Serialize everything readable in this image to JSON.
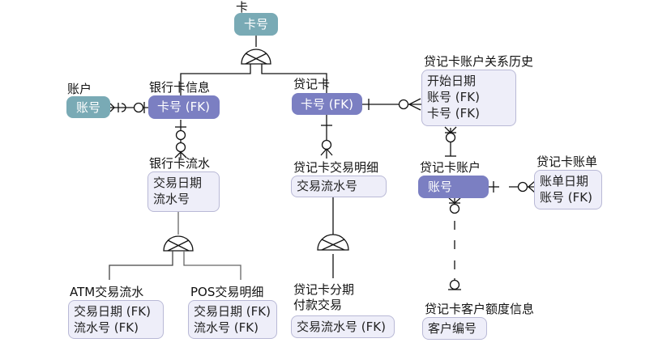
{
  "colors": {
    "teal_key": "#79aab5",
    "purple_key": "#7b7fc2",
    "attr_fill": "#eeeef9",
    "attr_border": "#b9b9d6",
    "line": "#111111"
  },
  "entities": {
    "card": {
      "title": "卡",
      "fields": [
        "卡号"
      ]
    },
    "account": {
      "title": "账户",
      "fields": [
        "账号"
      ]
    },
    "bank_card_info": {
      "title": "银行卡信息",
      "fields": [
        "卡号 (FK)"
      ]
    },
    "debit_card": {
      "title": "贷记卡",
      "fields": [
        "卡号 (FK)"
      ]
    },
    "debit_acct_history": {
      "title": "贷记卡账户关系历史",
      "fields": [
        "开始日期",
        "账号 (FK)",
        "卡号 (FK)"
      ]
    },
    "bank_card_flow": {
      "title": "银行卡流水",
      "fields": [
        "交易日期",
        "流水号"
      ]
    },
    "debit_txn_detail": {
      "title": "贷记卡交易明细",
      "fields": [
        "交易流水号"
      ]
    },
    "debit_card_account": {
      "title": "贷记卡账户",
      "fields": [
        "账号"
      ]
    },
    "debit_card_bill": {
      "title": "贷记卡账单",
      "fields": [
        "账单日期",
        "账号 (FK)"
      ]
    },
    "atm_flow": {
      "title": "ATM交易流水",
      "fields": [
        "交易日期 (FK)",
        "流水号 (FK)"
      ]
    },
    "pos_detail": {
      "title": "POS交易明细",
      "fields": [
        "交易日期 (FK)",
        "流水号 (FK)"
      ]
    },
    "installment": {
      "title_lines": [
        "贷记卡分期",
        "付款交易"
      ],
      "fields": [
        "交易流水号 (FK)"
      ]
    },
    "credit_limit": {
      "title": "贷记卡客户额度信息",
      "fields": [
        "客户编号"
      ]
    }
  },
  "relationships": [
    {
      "from": "card",
      "to": [
        "bank_card_info",
        "debit_card"
      ],
      "type": "category"
    },
    {
      "from": "account",
      "to": "bank_card_info",
      "type": "one-to-zero-or-one"
    },
    {
      "from": "bank_card_info",
      "to": "bank_card_flow",
      "type": "zero-or-one-to-zero-or-many"
    },
    {
      "from": "debit_card",
      "to": "debit_acct_history",
      "type": "one-to-zero-or-many"
    },
    {
      "from": "debit_card",
      "to": "debit_txn_detail",
      "type": "one-to-zero-or-many"
    },
    {
      "from": "debit_card_account",
      "to": "debit_acct_history",
      "type": "one-to-zero-or-many"
    },
    {
      "from": "debit_card_account",
      "to": "debit_card_bill",
      "type": "one-to-zero-or-many"
    },
    {
      "from": "debit_card_account",
      "to": "credit_limit",
      "type": "non-identifying-dashed"
    },
    {
      "from": "bank_card_flow",
      "to": [
        "atm_flow",
        "pos_detail"
      ],
      "type": "category"
    },
    {
      "from": "debit_txn_detail",
      "to": "installment",
      "type": "category"
    }
  ]
}
